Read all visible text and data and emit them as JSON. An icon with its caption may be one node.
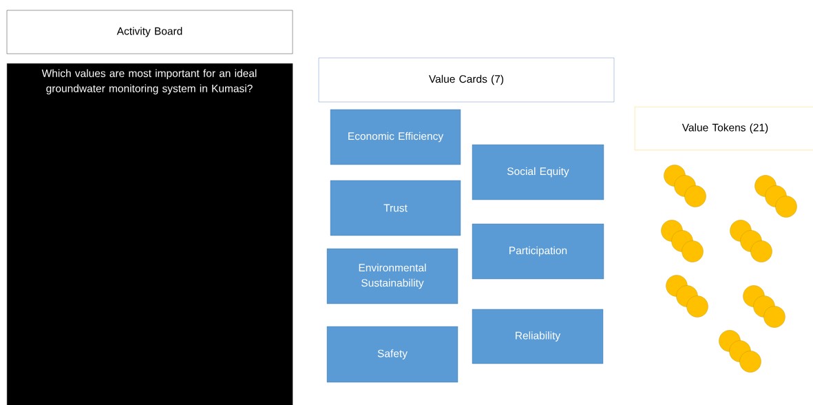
{
  "diagram": {
    "nodes": [
      {
        "text": [
          "Activity Board"
        ]
      },
      {
        "text": [
          "Which values are most important for an ideal groundwater monitoring system in Kumasi?"
        ]
      },
      {
        "text": [
          "Value Cards (7)"
        ]
      },
      {
        "text": [
          "Economic Efficiency"
        ]
      },
      {
        "text": [
          "Social Equity"
        ]
      },
      {
        "text": [
          "Trust"
        ]
      },
      {
        "text": [
          "Participation"
        ]
      },
      {
        "text": [
          "Environmental Sustainability"
        ]
      },
      {
        "text": [
          "Reliability"
        ]
      },
      {
        "text": [
          "Safety"
        ]
      },
      {
        "text": [
          "Value Tokens (21)"
        ]
      }
    ]
  }
}
